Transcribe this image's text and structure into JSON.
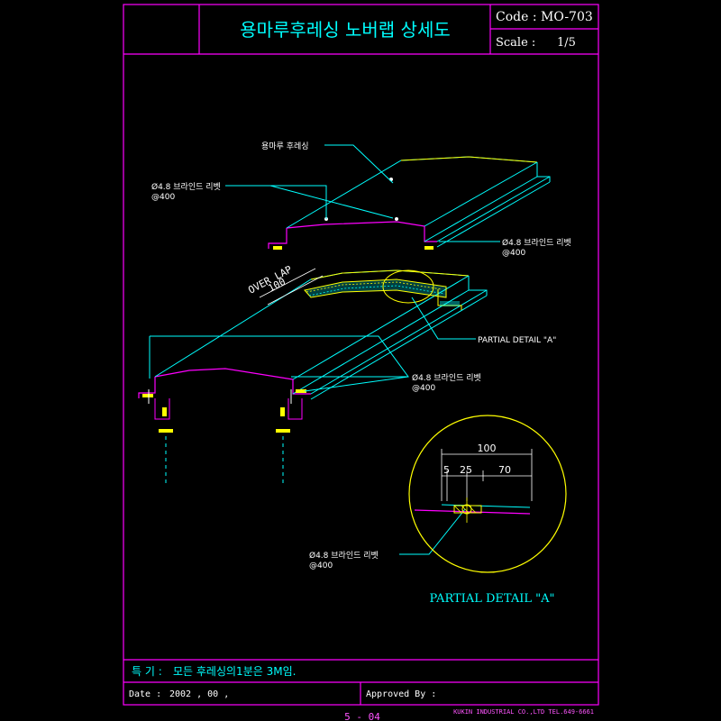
{
  "colors": {
    "background": "#000000",
    "frame": "#ff00ff",
    "line": "#00ffff",
    "outline": "#ffff00",
    "text": "#ffffff",
    "accent": "#ff55ff"
  },
  "title_block": {
    "title": "용마루후레싱 노버랩 상세도",
    "code": "Code : MO-703",
    "scale_label": "Scale :",
    "scale_value": "1/5"
  },
  "drawing": {
    "callouts": {
      "ridge_flashing": "용마루 후레싱",
      "rivet_top_left_1": "Ø4.8 브라인드 리벳",
      "rivet_top_left_2": "@400",
      "rivet_right_1": "Ø4.8 브라인드 리벳",
      "rivet_right_2": "@400",
      "rivet_mid_1": "Ø4.8 브라인드 리벳",
      "rivet_mid_2": "@400",
      "rivet_detail_1": "Ø4.8 브라인드 리벳",
      "rivet_detail_2": "@400",
      "partial_detail_label": "PARTIAL DETAIL \"A\"",
      "over_lap": "OVER LAP",
      "over_lap_value": "100"
    },
    "detail": {
      "dim_total": "100",
      "dim_a": "5",
      "dim_b": "25",
      "dim_c": "70",
      "caption": "PARTIAL DETAIL \"A\""
    }
  },
  "footer": {
    "note_label": "특 기 :",
    "note_text": "모든 후레싱의1분은 3M임.",
    "date_label": "Date :",
    "date_value": "2002 , 00 ,",
    "approved_label": "Approved By :",
    "company": "KUKIN INDUSTRIAL CO.,LTD  TEL.649-6661",
    "page_number": "5 - 04"
  }
}
